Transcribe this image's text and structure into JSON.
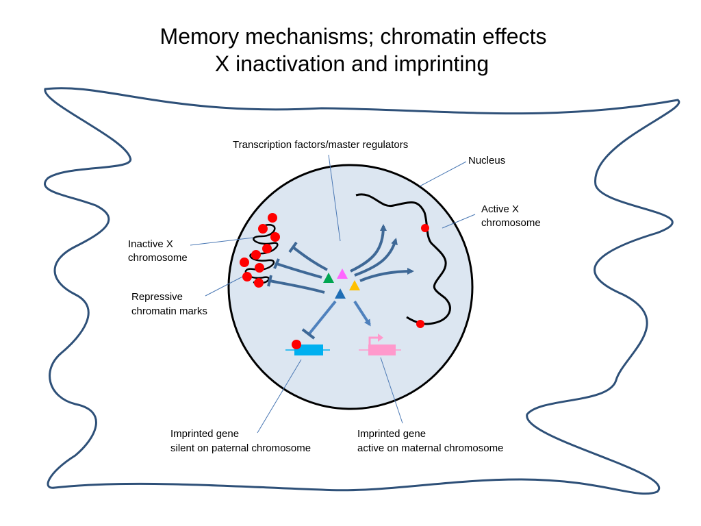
{
  "title": {
    "line1": "Memory mechanisms; chromatin effects",
    "line2": "X inactivation and imprinting"
  },
  "labels": {
    "transcription_factors": "Transcription factors/master regulators",
    "nucleus": "Nucleus",
    "active_x_line1": "Active X",
    "active_x_line2": "chromosome",
    "inactive_x_line1": "Inactive X",
    "inactive_x_line2": "chromosome",
    "repressive_line1": "Repressive",
    "repressive_line2": "chromatin marks",
    "imprinted_silent_line1": "Imprinted gene",
    "imprinted_silent_line2": "silent on paternal chromosome",
    "imprinted_active_line1": "Imprinted gene",
    "imprinted_active_line2": "active on maternal chromosome"
  },
  "colors": {
    "cell_outline": "#2e5078",
    "nucleus_fill": "#dce6f1",
    "arrow": "#3e6896",
    "arrow_light": "#4f81bd",
    "leader_line": "#4a78b4",
    "chromatin_mark": "#ff0000",
    "tf_green": "#00a550",
    "tf_pink": "#ff66ff",
    "tf_yellow": "#ffc000",
    "tf_blue": "#1f6eb5",
    "silent_gene": "#00b0f0",
    "active_gene": "#ff99cc"
  }
}
